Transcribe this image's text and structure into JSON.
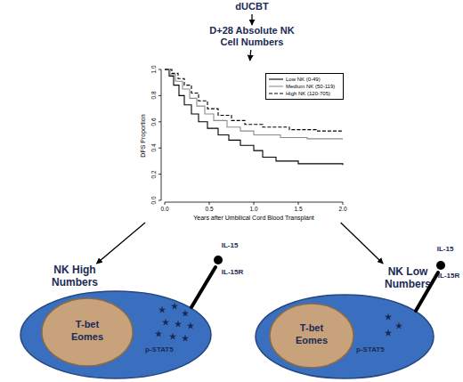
{
  "diagram": {
    "nodes": [
      {
        "text": [
          "dUCBT"
        ]
      },
      {
        "text": [
          "D+28 Absolute NK Cell Numbers"
        ]
      },
      {
        "text": [
          "DFS Proportion",
          "Years after Umbilical Cord Blood Transplant"
        ]
      },
      {
        "text": [
          "NK High Numbers",
          "p-STAT5"
        ]
      },
      {
        "text": [
          "T-bet",
          "Eomes"
        ],
        "in": 3
      },
      {
        "text": [
          "NK Low Numbers",
          "p-STAT5"
        ]
      },
      {
        "text": [
          "T-bet",
          "Eomes"
        ],
        "in": 5
      }
    ],
    "edges": [
      {
        "from": 0,
        "to": 1,
        "arrow": "to"
      },
      {
        "from": 1,
        "to": 2,
        "arrow": "to"
      },
      {
        "from": 2,
        "to": 3,
        "arrow": "to"
      },
      {
        "from": 2,
        "to": 5,
        "arrow": "to"
      }
    ],
    "labels": [
      "0.0",
      "0.2",
      "0.4",
      "0.6",
      "0.8",
      "1.0",
      "0.0",
      "0.5",
      "1.0",
      "1.5",
      "2.0",
      "IL-15",
      "IL-15R",
      "IL-15",
      "IL-15R"
    ],
    "legend": [
      {
        "text": "Low NK (0-49)"
      },
      {
        "text": "Medium NK (50-119)"
      },
      {
        "text": "High NK (120-705)"
      }
    ]
  }
}
